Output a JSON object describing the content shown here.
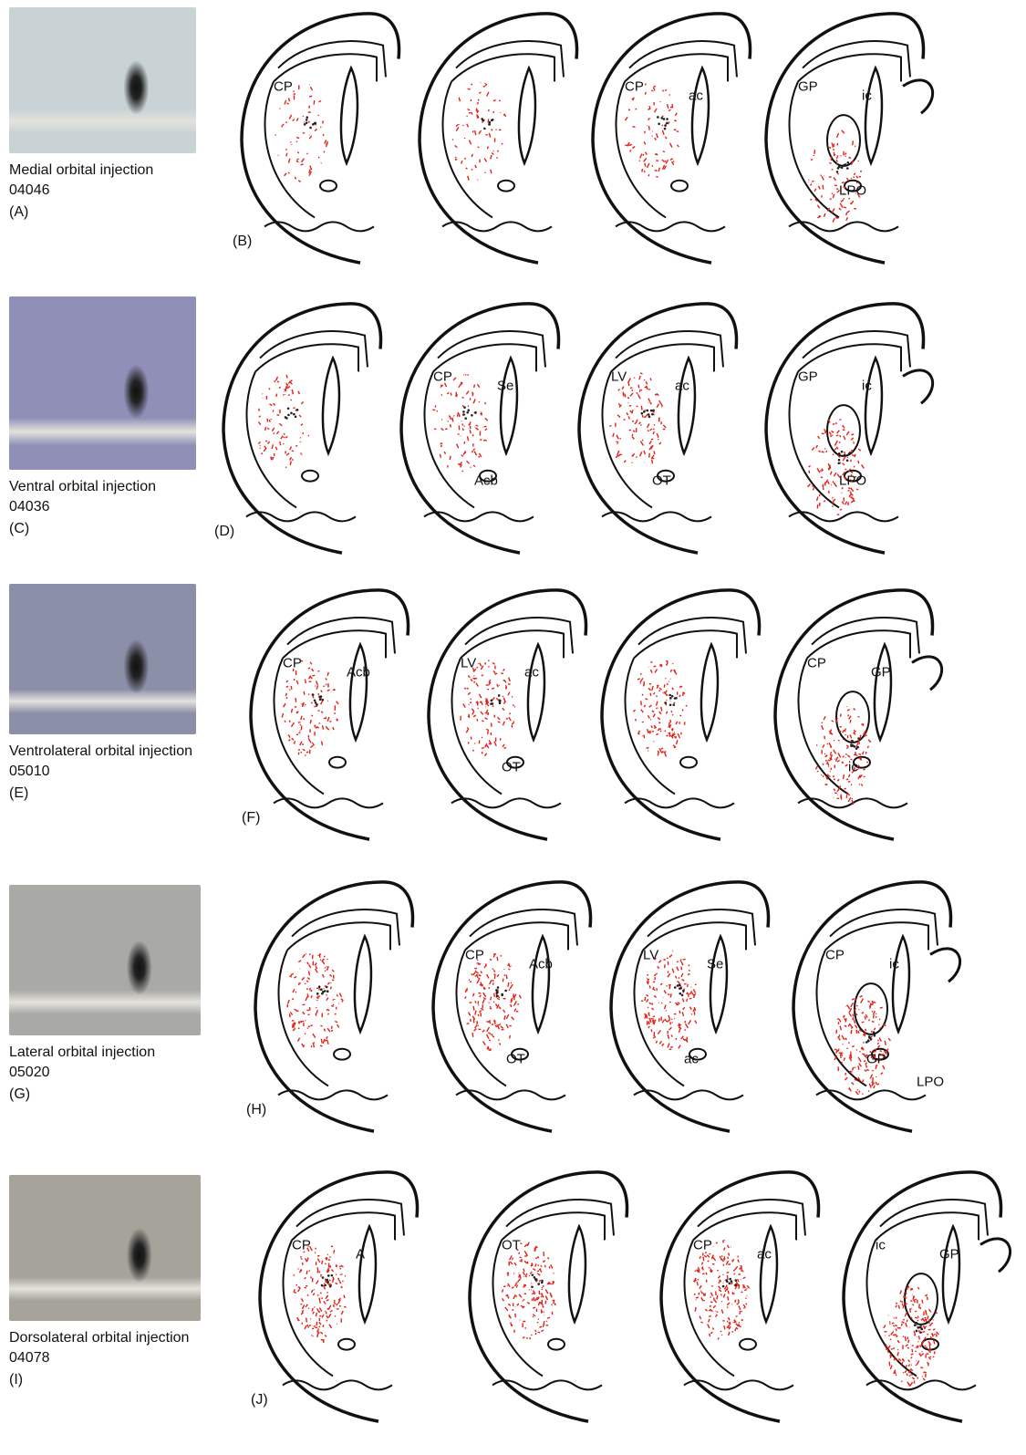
{
  "rows": [
    {
      "photo_label": "(A)",
      "caption_line1": "Medial orbital injection",
      "caption_line2": "04046",
      "sections_label": "(B)",
      "photo_tone": "#c9d3d6",
      "section_labels": [
        [
          "CP"
        ],
        [],
        [
          "CP",
          "ac"
        ],
        [
          "GP",
          "ic",
          "LPO"
        ]
      ]
    },
    {
      "photo_label": "(C)",
      "caption_line1": "Ventral orbital injection",
      "caption_line2": "04036",
      "sections_label": "(D)",
      "photo_tone": "#8f8fb8",
      "section_labels": [
        [],
        [
          "CP",
          "Se",
          "Acb"
        ],
        [
          "LV",
          "ac",
          "OT"
        ],
        [
          "GP",
          "ic",
          "LPO"
        ]
      ]
    },
    {
      "photo_label": "(E)",
      "caption_line1": "Ventrolateral orbital injection",
      "caption_line2": "05010",
      "sections_label": "(F)",
      "photo_tone": "#8c8fa8",
      "section_labels": [
        [
          "CP",
          "Acb"
        ],
        [
          "LV",
          "ac",
          "OT"
        ],
        [],
        [
          "CP",
          "GP",
          "ic"
        ]
      ]
    },
    {
      "photo_label": "(G)",
      "caption_line1": "Lateral orbital injection",
      "caption_line2": "05020",
      "sections_label": "(H)",
      "photo_tone": "#a9a9a6",
      "section_labels": [
        [],
        [
          "CP",
          "Acb",
          "OT"
        ],
        [
          "LV",
          "Se",
          "ac"
        ],
        [
          "CP",
          "ic",
          "GP",
          "LPO"
        ]
      ]
    },
    {
      "photo_label": "(I)",
      "caption_line1": "Dorsolateral orbital injection",
      "caption_line2": "04078",
      "sections_label": "(J)",
      "photo_tone": "#a6a39a",
      "section_labels": [
        [
          "CP",
          "A"
        ],
        [
          "OT"
        ],
        [
          "CP",
          "ac"
        ],
        [
          "ic",
          "GP"
        ]
      ]
    }
  ],
  "colors": {
    "label_fibers": "#e2231a",
    "cell_bodies": "#222222",
    "outline": "#111111"
  }
}
